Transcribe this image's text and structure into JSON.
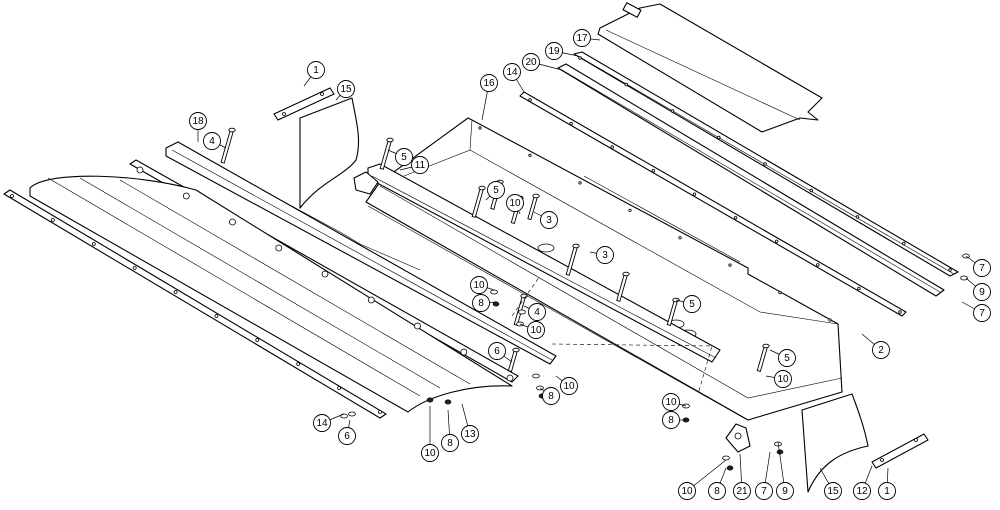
{
  "callouts": [
    {
      "label": "1"
    },
    {
      "label": "15"
    },
    {
      "label": "18"
    },
    {
      "label": "4"
    },
    {
      "label": "16"
    },
    {
      "label": "14"
    },
    {
      "label": "20"
    },
    {
      "label": "19"
    },
    {
      "label": "17"
    },
    {
      "label": "5"
    },
    {
      "label": "11"
    },
    {
      "label": "5"
    },
    {
      "label": "10"
    },
    {
      "label": "3"
    },
    {
      "label": "3"
    },
    {
      "label": "10"
    },
    {
      "label": "8"
    },
    {
      "label": "4"
    },
    {
      "label": "10"
    },
    {
      "label": "5"
    },
    {
      "label": "6"
    },
    {
      "label": "10"
    },
    {
      "label": "8"
    },
    {
      "label": "5"
    },
    {
      "label": "10"
    },
    {
      "label": "2"
    },
    {
      "label": "10"
    },
    {
      "label": "8"
    },
    {
      "label": "7"
    },
    {
      "label": "9"
    },
    {
      "label": "7"
    },
    {
      "label": "14"
    },
    {
      "label": "6"
    },
    {
      "label": "13"
    },
    {
      "label": "10"
    },
    {
      "label": "8"
    },
    {
      "label": "10"
    },
    {
      "label": "8"
    },
    {
      "label": "21"
    },
    {
      "label": "7"
    },
    {
      "label": "9"
    },
    {
      "label": "15"
    },
    {
      "label": "12"
    },
    {
      "label": "1"
    }
  ]
}
